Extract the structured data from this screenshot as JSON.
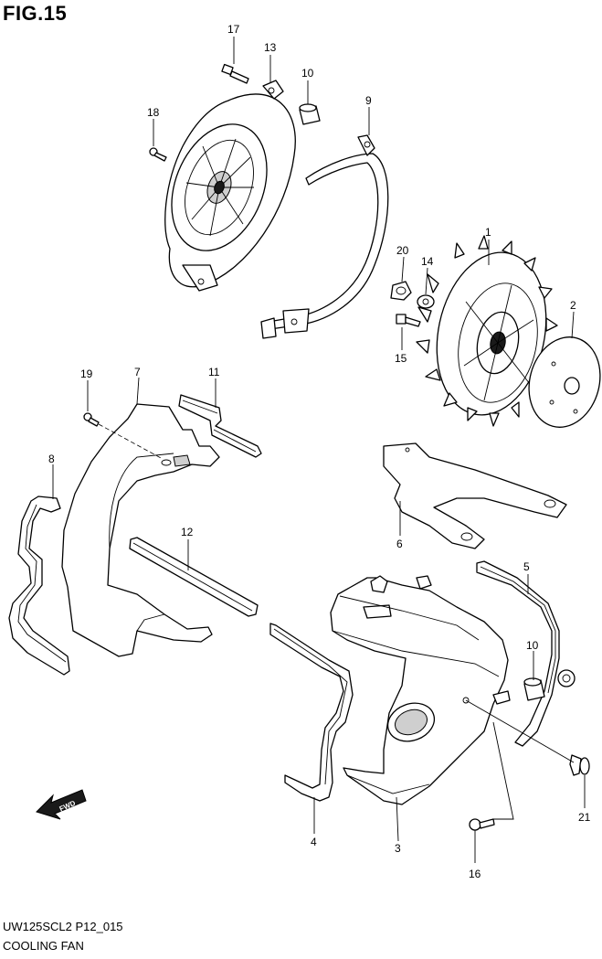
{
  "figure": {
    "title": "FIG.15",
    "code": "UW125SCL2 P12_015",
    "name": "COOLING FAN"
  },
  "fwd_label": "FWD",
  "callouts": {
    "p1": "1",
    "p2": "2",
    "p3": "3",
    "p4": "4",
    "p5": "5",
    "p6": "6",
    "p7": "7",
    "p8": "8",
    "p9": "9",
    "p10a": "10",
    "p10b": "10",
    "p11": "11",
    "p12": "12",
    "p13": "13",
    "p14": "14",
    "p15": "15",
    "p16": "16",
    "p17": "17",
    "p18": "18",
    "p19": "19",
    "p20": "20",
    "p21": "21"
  }
}
